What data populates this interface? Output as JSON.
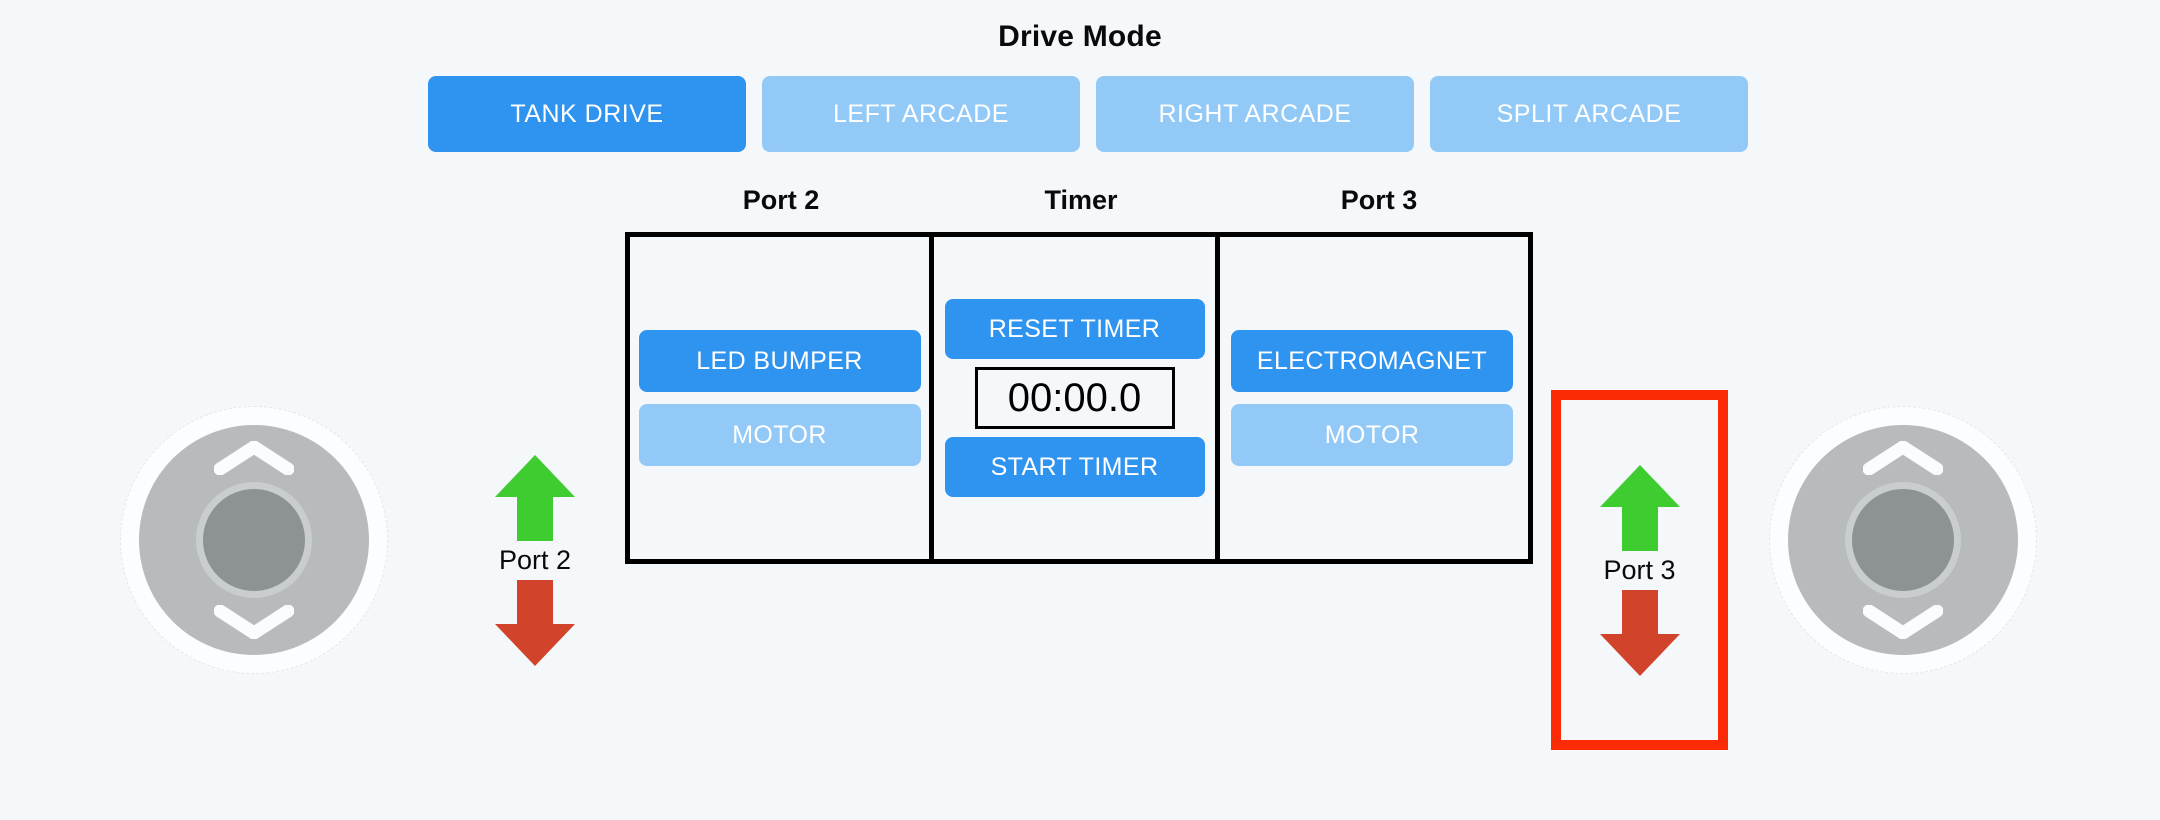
{
  "drive_mode": {
    "title": "Drive Mode",
    "buttons": [
      {
        "label": "TANK DRIVE",
        "active": true
      },
      {
        "label": "LEFT ARCADE",
        "active": false
      },
      {
        "label": "RIGHT ARCADE",
        "active": false
      },
      {
        "label": "SPLIT ARCADE",
        "active": false
      }
    ]
  },
  "panel": {
    "headers": {
      "port2": "Port 2",
      "timer": "Timer",
      "port3": "Port 3"
    },
    "port2": {
      "device_button": "LED BUMPER",
      "motor_button": "MOTOR"
    },
    "timer": {
      "reset_button": "RESET TIMER",
      "display_value": "00:00.0",
      "start_button": "START TIMER"
    },
    "port3": {
      "device_button": "ELECTROMAGNET",
      "motor_button": "MOTOR"
    }
  },
  "indicators": {
    "port2": {
      "label": "Port 2",
      "up_icon": "arrow-up-icon",
      "down_icon": "arrow-down-icon",
      "highlighted": false
    },
    "port3": {
      "label": "Port 3",
      "up_icon": "arrow-up-icon",
      "down_icon": "arrow-down-icon",
      "highlighted": true
    }
  },
  "joysticks": {
    "left": {
      "name": "left-joystick",
      "up_icon": "chevron-up-icon",
      "down_icon": "chevron-down-icon"
    },
    "right": {
      "name": "right-joystick",
      "up_icon": "chevron-up-icon",
      "down_icon": "chevron-down-icon"
    }
  },
  "colors": {
    "background": "#f4f8fa",
    "accent_active": "#2f93f0",
    "accent_inactive": "#92c9f7",
    "highlight_border": "#fc2a06",
    "arrow_up": "#3fcc30",
    "arrow_down": "#d1432a",
    "panel_border": "#000000"
  }
}
